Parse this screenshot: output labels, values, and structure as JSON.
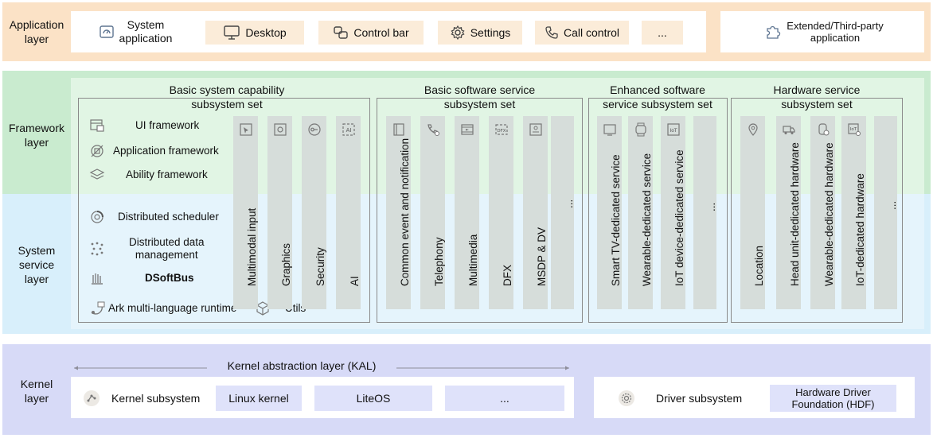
{
  "layers": {
    "application": "Application\nlayer",
    "framework": "Framework\nlayer",
    "system_service": "System\nservice\nlayer",
    "kernel": "Kernel\nlayer"
  },
  "application": {
    "system_app": "System\napplication",
    "desktop": "Desktop",
    "control_bar": "Control bar",
    "settings": "Settings",
    "call_control": "Call control",
    "more": "...",
    "third_party": "Extended/Third-party\napplication"
  },
  "basic_capability": {
    "title": "Basic system capability\nsubsystem set",
    "items": {
      "ui_framework": "UI framework",
      "app_framework": "Application framework",
      "ability_framework": "Ability framework",
      "dist_scheduler": "Distributed scheduler",
      "dist_data": "Distributed data\nmanagement",
      "dsoftbus": "DSoftBus",
      "ark": "Ark multi-language runtime",
      "utils": "Utils"
    },
    "columns": [
      "Multimodal input",
      "Graphics",
      "Security",
      "AI"
    ]
  },
  "basic_software": {
    "title": "Basic software service\nsubsystem set",
    "columns": [
      "Common event and notification",
      "Telephony",
      "Multimedia",
      "DFX",
      "MSDP & DV",
      "..."
    ]
  },
  "enhanced_software": {
    "title": "Enhanced software\nservice subsystem set",
    "columns": [
      "Smart TV-dedicated service",
      "Wearable-dedicated service",
      "IoT device-dedicated service",
      "..."
    ]
  },
  "hardware_service": {
    "title": "Hardware service\nsubsystem set",
    "columns": [
      "Location",
      "Head unit-dedicated hardware",
      "Wearable-dedicated hardware",
      "IoT-dedicated hardware",
      "..."
    ]
  },
  "kernel": {
    "kal": "Kernel abstraction layer (KAL)",
    "kernel_subsystem": "Kernel subsystem",
    "linux": "Linux kernel",
    "liteos": "LiteOS",
    "more": "...",
    "driver_subsystem": "Driver subsystem",
    "hdf": "Hardware Driver\nFoundation (HDF)"
  },
  "colors": {
    "application_band": "#fbe2c6",
    "framework_band": "#c9ebcf",
    "system_band": "#d8effb",
    "kernel_band": "#d7daf7",
    "column_fill": "#d6ddda"
  }
}
